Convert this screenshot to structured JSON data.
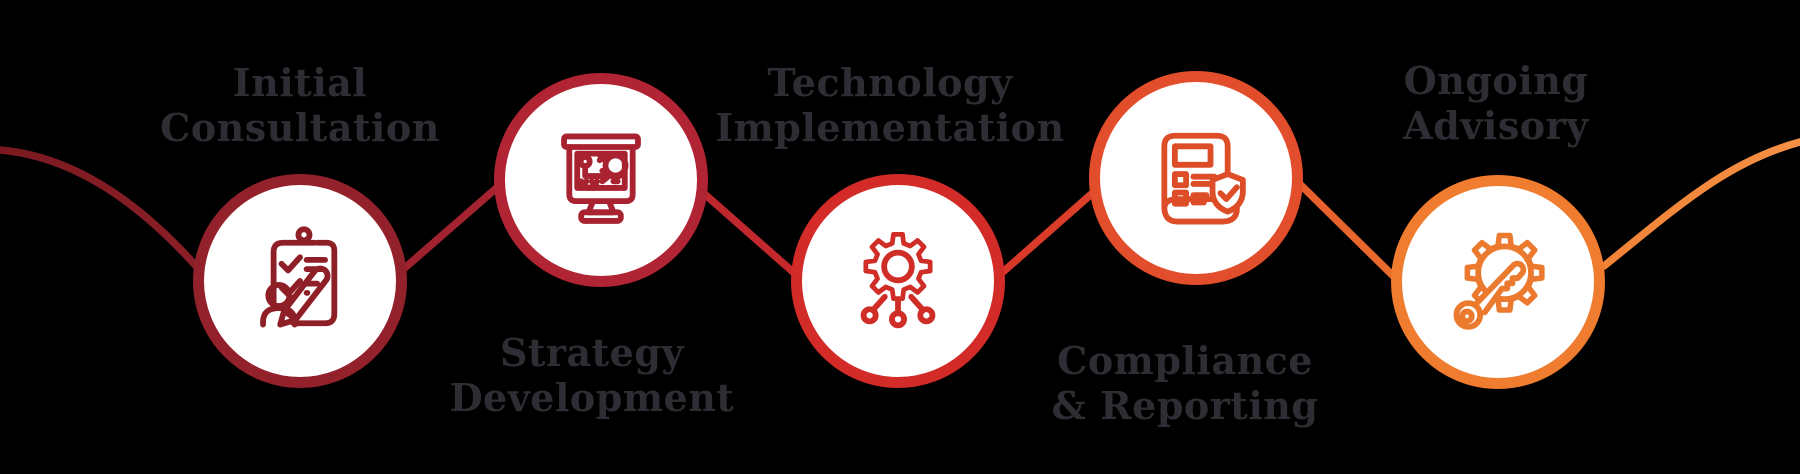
{
  "diagram": {
    "type": "process-flow",
    "background_color": "#000000",
    "label_color": "#2D2D33",
    "connector": {
      "style": "wavy-gradient-line",
      "gradient_colors": [
        "#7A1A20",
        "#93212B",
        "#B02433",
        "#D22B28",
        "#E24E2B",
        "#EF7C2F",
        "#F49045"
      ]
    },
    "steps": [
      {
        "order": 1,
        "label_line1": "Initial",
        "label_line2": "Consultation",
        "label_position": "above",
        "icon": "clipboard-checklist-person-icon",
        "ring_color": "#93212B"
      },
      {
        "order": 2,
        "label_line1": "Strategy",
        "label_line2": "Development",
        "label_position": "below",
        "icon": "strategy-monitor-lightbulb-icon",
        "ring_color": "#B02433"
      },
      {
        "order": 3,
        "label_line1": "Technology",
        "label_line2": "Implementation",
        "label_position": "above",
        "icon": "gear-network-icon",
        "ring_color": "#D22B28"
      },
      {
        "order": 4,
        "label_line1": "Compliance",
        "label_line2": "& Reporting",
        "label_position": "below",
        "icon": "document-shield-check-icon",
        "ring_color": "#E24E2B"
      },
      {
        "order": 5,
        "label_line1": "Ongoing",
        "label_line2": "Advisory",
        "label_position": "above",
        "icon": "gear-key-icon",
        "ring_color": "#EF7C2F"
      }
    ]
  }
}
